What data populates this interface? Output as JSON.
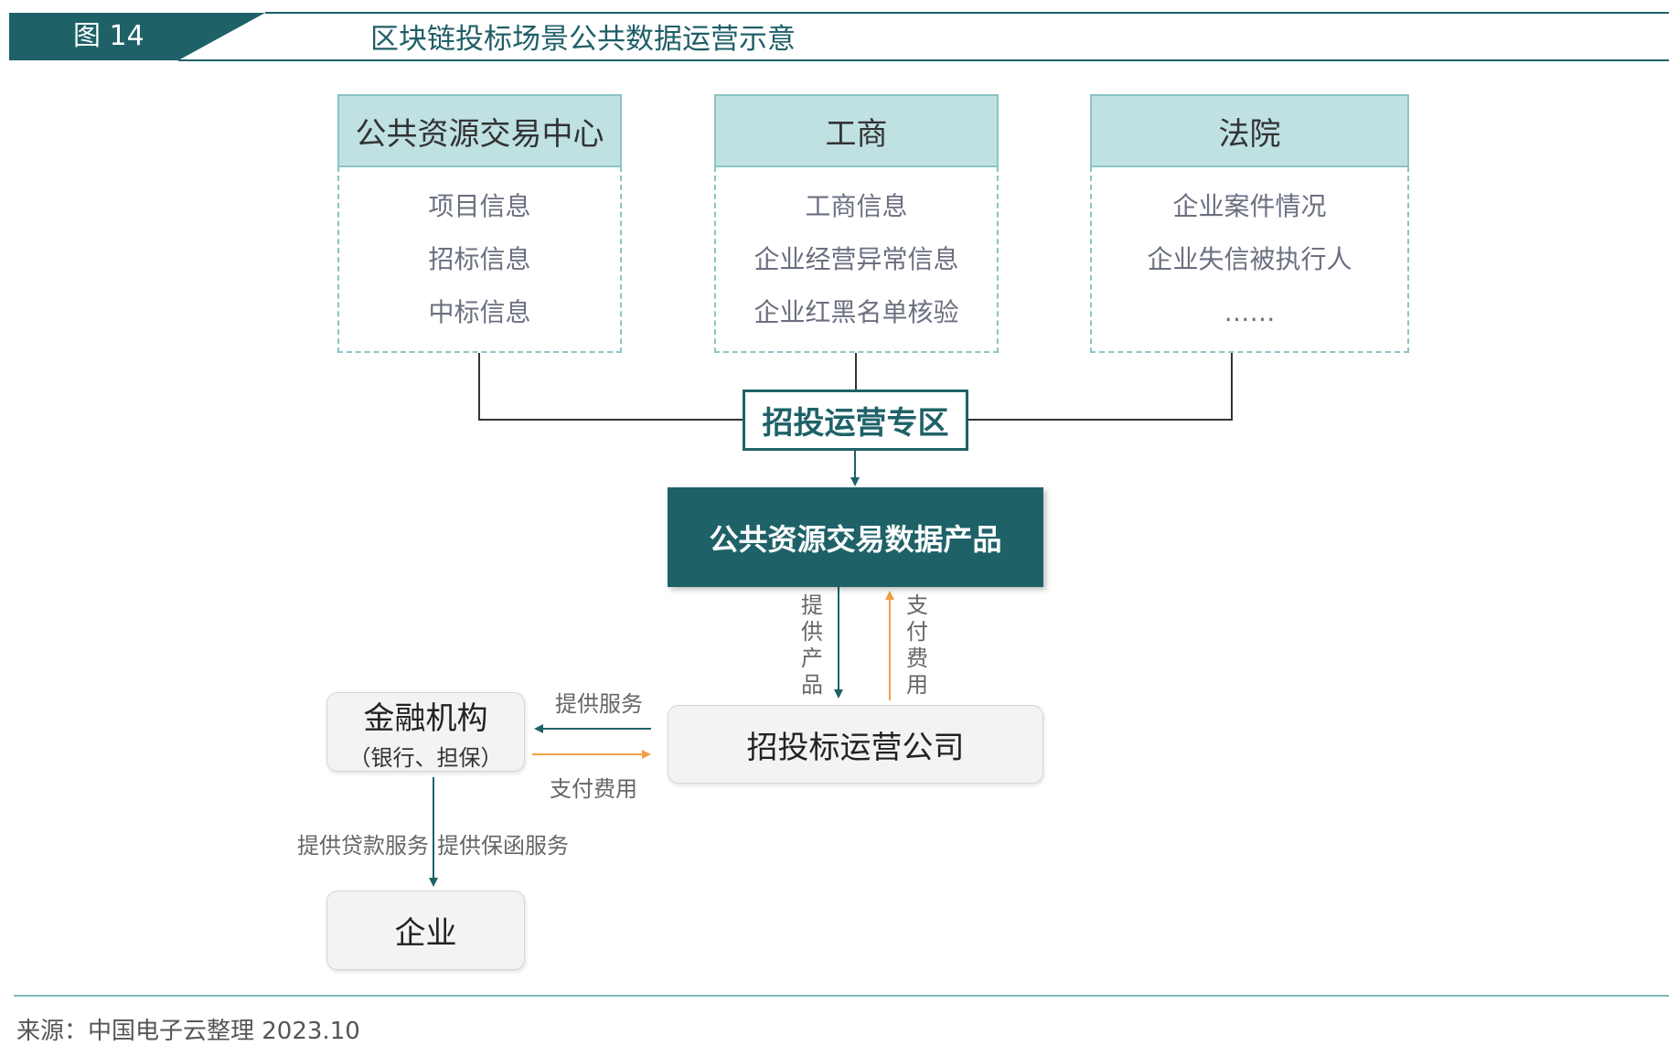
{
  "header": {
    "figure_label": "图 14",
    "title": "区块链投标场景公共数据运营示意"
  },
  "sources": [
    {
      "title": "公共资源交易中心",
      "items": [
        "项目信息",
        "招标信息",
        "中标信息"
      ]
    },
    {
      "title": "工商",
      "items": [
        "工商信息",
        "企业经营异常信息",
        "企业红黑名单核验"
      ]
    },
    {
      "title": "法院",
      "items": [
        "企业案件情况",
        "企业失信被执行人",
        "……"
      ]
    }
  ],
  "zone": {
    "label": "招投运营专区"
  },
  "product": {
    "label": "公共资源交易数据产品"
  },
  "company": {
    "label": "招投标运营公司"
  },
  "finance": {
    "label": "金融机构",
    "sublabel": "（银行、担保）"
  },
  "enterprise": {
    "label": "企业"
  },
  "flows": {
    "provide_product": "提供产品",
    "pay_fee_up": "支付费用",
    "provide_service": "提供服务",
    "pay_fee": "支付费用",
    "loan_service": "提供贷款服务",
    "guarantee_service": "提供保函服务"
  },
  "colors": {
    "teal_dark": "#1e6268",
    "teal_light": "#bfe1e2",
    "orange": "#f0a045"
  },
  "footer": {
    "source": "来源：中国电子云整理 2023.10"
  }
}
